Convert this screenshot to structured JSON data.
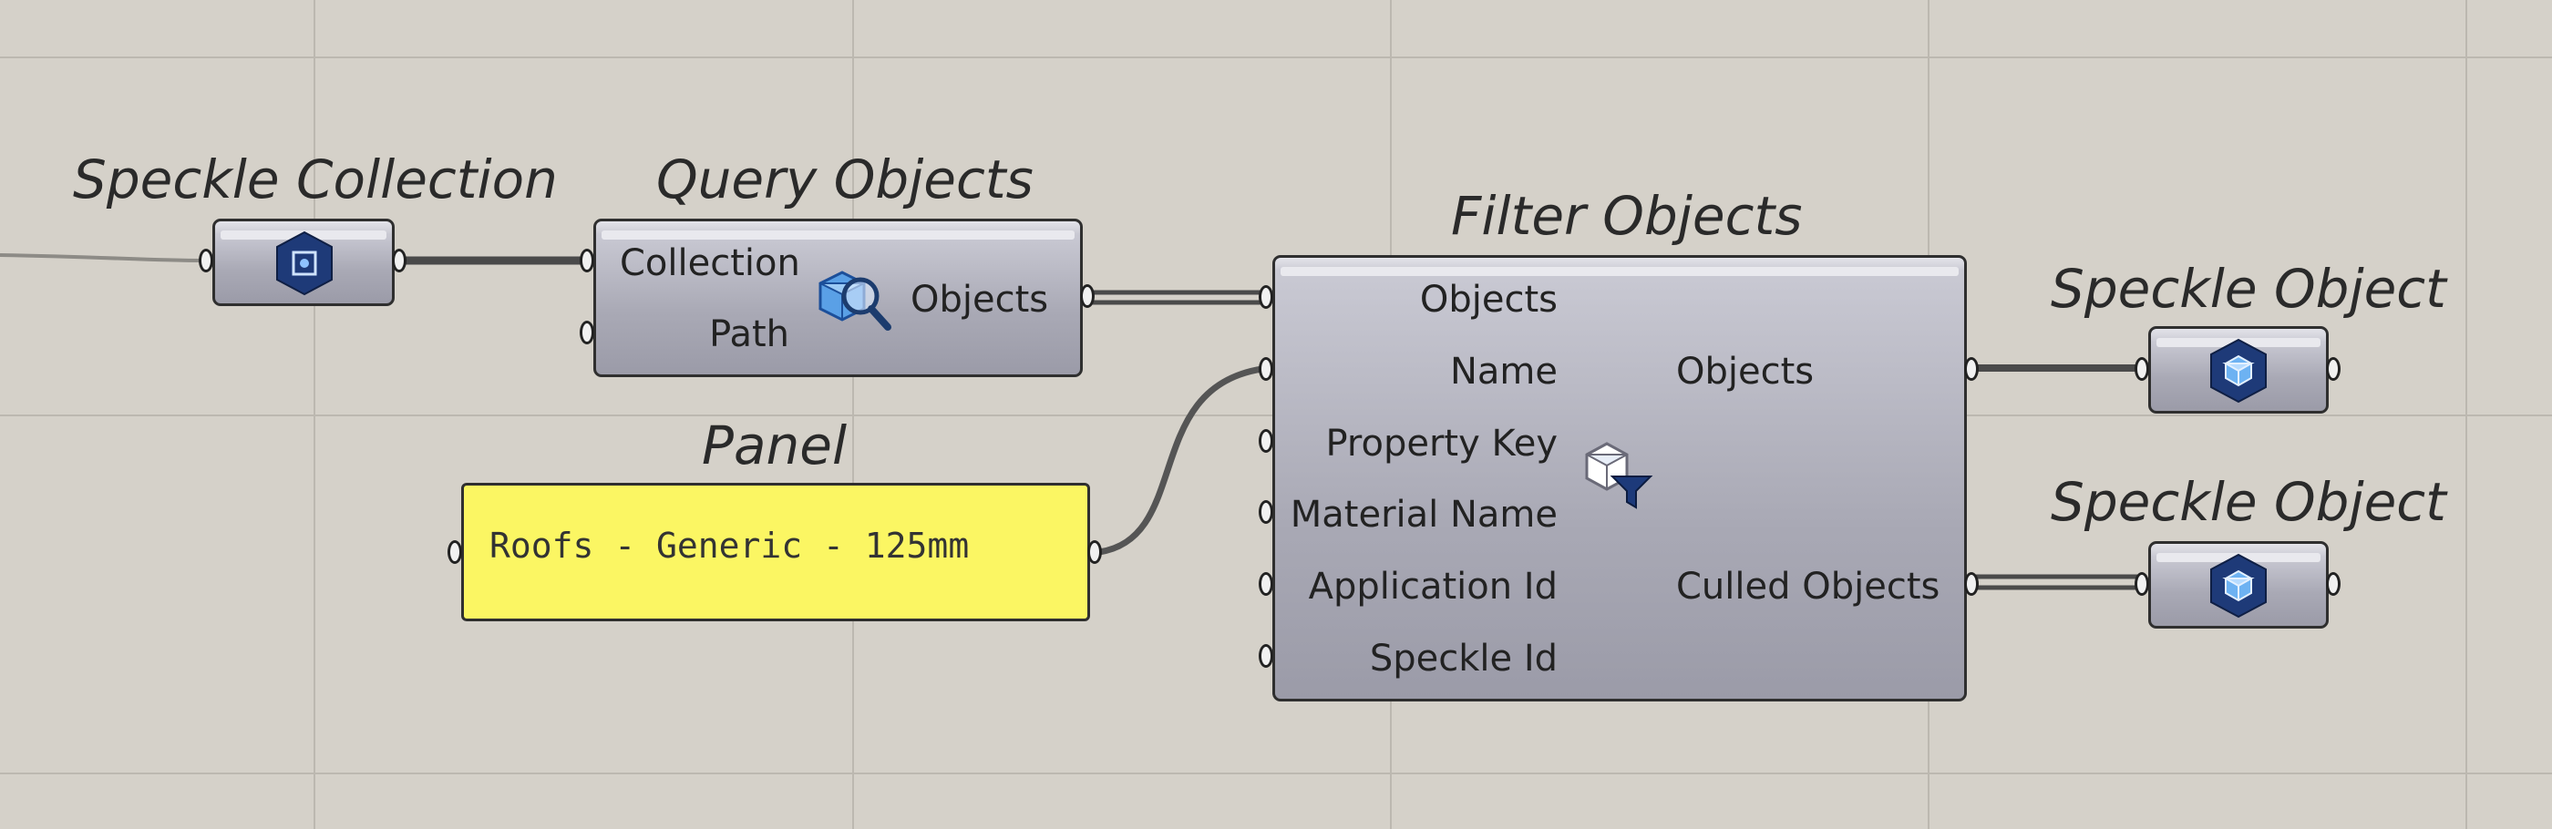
{
  "canvas": {
    "background": "#d5d1c9",
    "grid_color": "#bcb8b0"
  },
  "components": {
    "speckle_collection": {
      "title": "Speckle Collection",
      "icon": "speckle-collection-icon"
    },
    "query_objects": {
      "title": "Query Objects",
      "inputs": [
        "Collection",
        "Path"
      ],
      "outputs": [
        "Objects"
      ],
      "icon": "query-magnifier-icon"
    },
    "panel": {
      "title": "Panel",
      "text": "Roofs - Generic - 125mm",
      "color": "#fbf663"
    },
    "filter_objects": {
      "title": "Filter Objects",
      "inputs": [
        "Objects",
        "Name",
        "Property Key",
        "Material Name",
        "Application Id",
        "Speckle Id"
      ],
      "outputs": [
        "Objects",
        "Culled Objects"
      ],
      "icon": "filter-cube-icon"
    },
    "speckle_object_1": {
      "title": "Speckle Object",
      "icon": "speckle-object-icon"
    },
    "speckle_object_2": {
      "title": "Speckle Object",
      "icon": "speckle-object-icon"
    }
  }
}
